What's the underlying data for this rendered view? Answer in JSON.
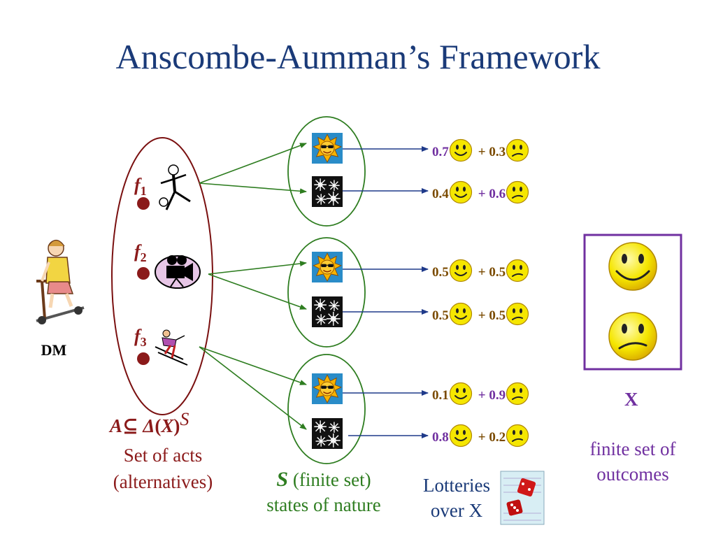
{
  "title": "Anscombe-Aumman’s Framework",
  "dm_label": "DM",
  "acts": [
    {
      "name": "f",
      "sub": "1",
      "picture": "soccer-player-icon"
    },
    {
      "name": "f",
      "sub": "2",
      "picture": "movie-camera-icon"
    },
    {
      "name": "f",
      "sub": "3",
      "picture": "skier-icon"
    }
  ],
  "acts_formula": {
    "a": "A",
    "subset": "⊆",
    "delta": "Δ",
    "open": "(",
    "x": "X",
    "close": ")",
    "sup": "S"
  },
  "acts_caption": [
    "Set of acts",
    "(alternatives)"
  ],
  "states_label": {
    "s": "S",
    "rest": "(finite set)",
    "line2": "states of nature"
  },
  "lotteries_label": [
    "Lotteries",
    "over X"
  ],
  "outcomes_label": {
    "x": "X",
    "caption": [
      "finite set of",
      "outcomes"
    ]
  },
  "lotteries": [
    {
      "p_happy": "0.7",
      "p_sad": "+ 0.3",
      "happy_color": "#7030a0",
      "sad_color": "#7a4a00"
    },
    {
      "p_happy": "0.4",
      "p_sad": "+ 0.6",
      "happy_color": "#7a4a00",
      "sad_color": "#7030a0"
    },
    {
      "p_happy": "0.5",
      "p_sad": "+ 0.5",
      "happy_color": "#7a4a00",
      "sad_color": "#7a4a00"
    },
    {
      "p_happy": "0.5",
      "p_sad": "+ 0.5",
      "happy_color": "#7a4a00",
      "sad_color": "#7a4a00"
    },
    {
      "p_happy": "0.1",
      "p_sad": "+ 0.9",
      "happy_color": "#7a4a00",
      "sad_color": "#7030a0"
    },
    {
      "p_happy": "0.8",
      "p_sad": "+ 0.2",
      "happy_color": "#7030a0",
      "sad_color": "#7a4a00"
    }
  ],
  "colors": {
    "title": "#1a3a78",
    "acts_ellipse": "#7a1010",
    "states_ellipse": "#2e7d20",
    "outcome_box": "#7030a0",
    "arrow_green": "#2e7d20",
    "arrow_blue": "#1f3a8a",
    "face_fill": "#f5e600"
  }
}
